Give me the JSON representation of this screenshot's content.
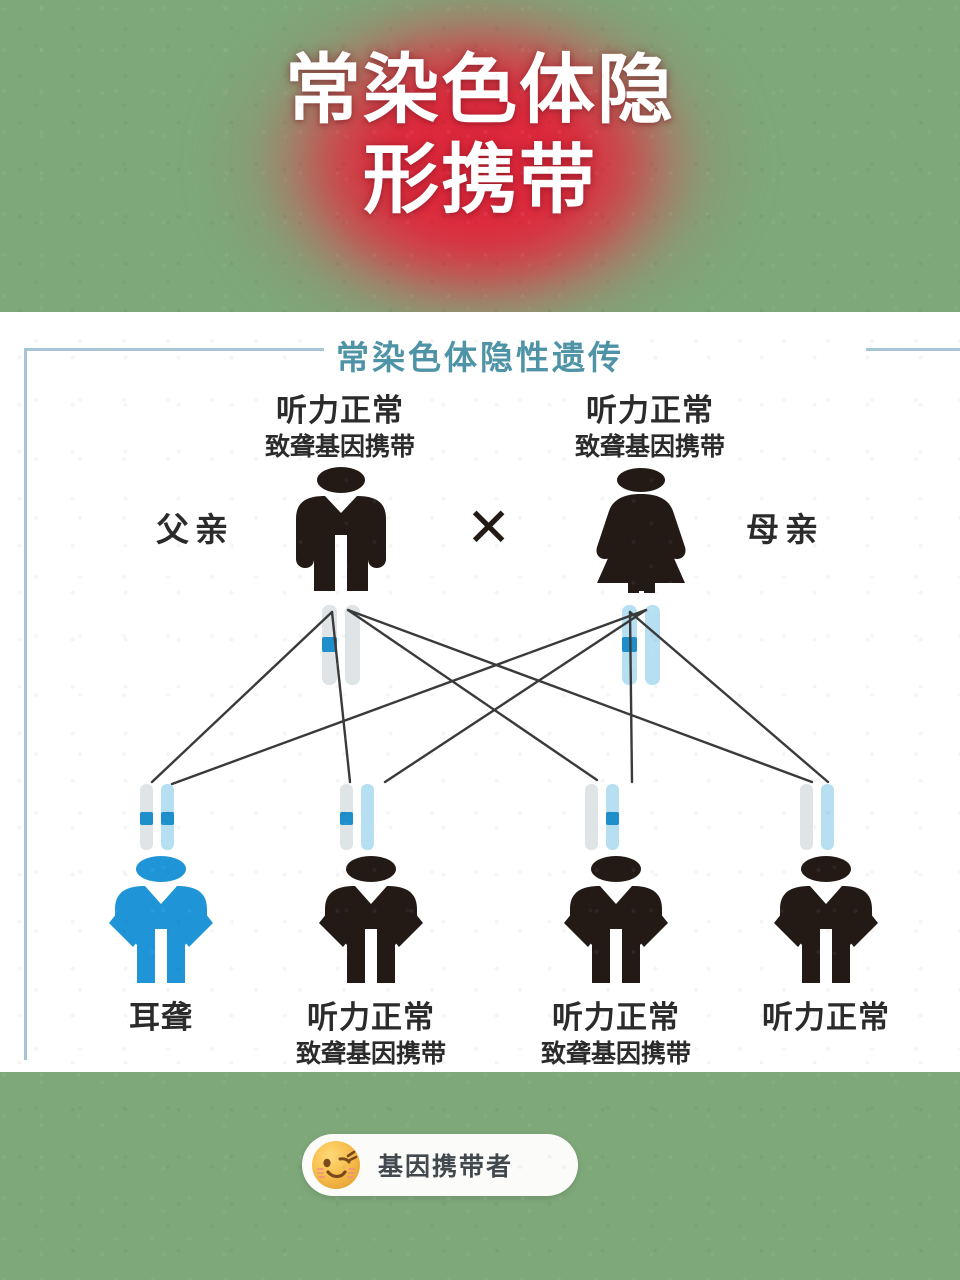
{
  "header": {
    "title": "常染色体隐\n形携带",
    "bg_color": "#7ea87a",
    "glow_color": "#e42038",
    "title_color": "#ffffff"
  },
  "diagram": {
    "title": "常染色体隐性遗传",
    "title_color": "#4f93a6",
    "border_color": "#a9c4d4",
    "background": "#ffffff",
    "parents": [
      {
        "role_label": "父亲",
        "status_main": "听力正常",
        "status_sub": "致聋基因携带",
        "figure": "male-figure-icon",
        "figure_color": "#231a16",
        "chromosomes": [
          {
            "color": "#dfe4e6",
            "band": true,
            "band_color": "#1f8fcc"
          },
          {
            "color": "#dfe4e6",
            "band": false,
            "band_color": "#1f8fcc"
          }
        ]
      },
      {
        "role_label": "母亲",
        "status_main": "听力正常",
        "status_sub": "致聋基因携带",
        "figure": "female-figure-icon",
        "figure_color": "#231a16",
        "chromosomes": [
          {
            "color": "#b6dff2",
            "band": true,
            "band_color": "#1f8fcc"
          },
          {
            "color": "#b6dff2",
            "band": false,
            "band_color": "#1f8fcc"
          }
        ]
      }
    ],
    "cross_symbol": "✕",
    "children": [
      {
        "status_main": "耳聋",
        "status_sub": "",
        "figure": "child-figure-icon",
        "figure_color": "#1f95d8",
        "affected": true,
        "carrier": false,
        "chromosomes": [
          {
            "color": "#dfe4e6",
            "band": true,
            "band_color": "#1f8fcc"
          },
          {
            "color": "#b6dff2",
            "band": true,
            "band_color": "#1f8fcc"
          }
        ]
      },
      {
        "status_main": "听力正常",
        "status_sub": "致聋基因携带",
        "figure": "child-figure-icon",
        "figure_color": "#231a16",
        "affected": false,
        "carrier": true,
        "chromosomes": [
          {
            "color": "#dfe4e6",
            "band": true,
            "band_color": "#1f8fcc"
          },
          {
            "color": "#b6dff2",
            "band": false,
            "band_color": "#1f8fcc"
          }
        ]
      },
      {
        "status_main": "听力正常",
        "status_sub": "致聋基因携带",
        "figure": "child-figure-icon",
        "figure_color": "#231a16",
        "affected": false,
        "carrier": true,
        "chromosomes": [
          {
            "color": "#dfe4e6",
            "band": false,
            "band_color": "#1f8fcc"
          },
          {
            "color": "#b6dff2",
            "band": true,
            "band_color": "#1f8fcc"
          }
        ]
      },
      {
        "status_main": "听力正常",
        "status_sub": "",
        "figure": "child-figure-icon",
        "figure_color": "#231a16",
        "affected": false,
        "carrier": false,
        "chromosomes": [
          {
            "color": "#dfe4e6",
            "band": false,
            "band_color": "#1f8fcc"
          },
          {
            "color": "#b6dff2",
            "band": false,
            "band_color": "#1f8fcc"
          }
        ]
      }
    ]
  },
  "footer": {
    "badge": {
      "label": "基因携带者",
      "emoji": "winking-face-emoji",
      "background": "#fbfbf9",
      "text_color": "#41484e"
    }
  }
}
